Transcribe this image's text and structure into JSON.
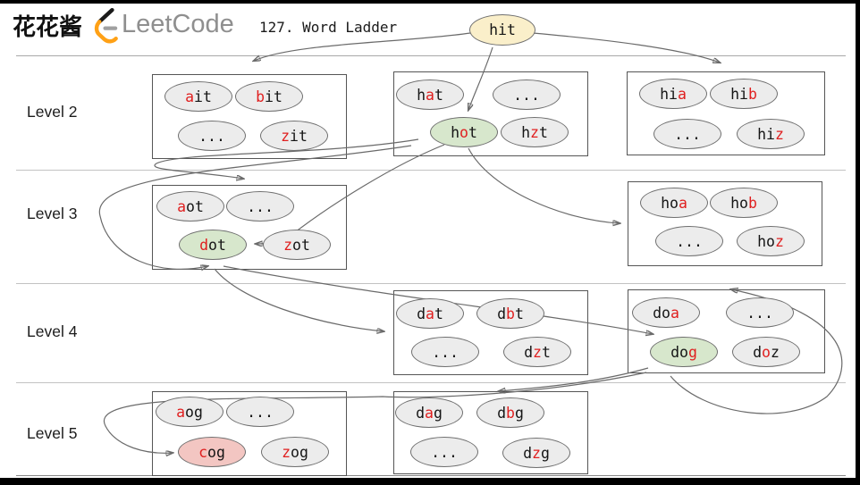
{
  "header": {
    "brand": "花花酱",
    "logo_text": "LeetCode",
    "title": "127. Word Ladder"
  },
  "start": {
    "word": "hit"
  },
  "levels": [
    {
      "label": "Level 2"
    },
    {
      "label": "Level 3"
    },
    {
      "label": "Level 4"
    },
    {
      "label": "Level 5"
    }
  ],
  "boxes": [
    {
      "id": "l2-ait",
      "level": "Level 2",
      "nodes": [
        {
          "w": "ait",
          "r": 0
        },
        {
          "w": "bit",
          "r": 0
        },
        {
          "w": "...",
          "r": -1
        },
        {
          "w": "zit",
          "r": 0
        }
      ]
    },
    {
      "id": "l2-hot",
      "level": "Level 2",
      "nodes": [
        {
          "w": "hat",
          "r": 1
        },
        {
          "w": "...",
          "r": -1
        },
        {
          "w": "hot",
          "r": 1,
          "hl": "green"
        },
        {
          "w": "hzt",
          "r": 1
        }
      ]
    },
    {
      "id": "l2-hia",
      "level": "Level 2",
      "nodes": [
        {
          "w": "hia",
          "r": 2
        },
        {
          "w": "hib",
          "r": 2
        },
        {
          "w": "...",
          "r": -1
        },
        {
          "w": "hiz",
          "r": 2
        }
      ]
    },
    {
      "id": "l3-dot",
      "level": "Level 3",
      "nodes": [
        {
          "w": "aot",
          "r": 0
        },
        {
          "w": "...",
          "r": -1
        },
        {
          "w": "dot",
          "r": 0,
          "hl": "green"
        },
        {
          "w": "zot",
          "r": 0
        }
      ]
    },
    {
      "id": "l3-hoa",
      "level": "Level 3",
      "nodes": [
        {
          "w": "hoa",
          "r": 2
        },
        {
          "w": "hob",
          "r": 2
        },
        {
          "w": "...",
          "r": -1
        },
        {
          "w": "hoz",
          "r": 2
        }
      ]
    },
    {
      "id": "l4-dat",
      "level": "Level 4",
      "nodes": [
        {
          "w": "dat",
          "r": 1
        },
        {
          "w": "dbt",
          "r": 1
        },
        {
          "w": "...",
          "r": -1
        },
        {
          "w": "dzt",
          "r": 1
        }
      ]
    },
    {
      "id": "l4-dog",
      "level": "Level 4",
      "nodes": [
        {
          "w": "doa",
          "r": 2
        },
        {
          "w": "...",
          "r": -1
        },
        {
          "w": "dog",
          "r": 2,
          "hl": "green"
        },
        {
          "w": "doz",
          "r": 1
        }
      ]
    },
    {
      "id": "l5-cog",
      "level": "Level 5",
      "nodes": [
        {
          "w": "aog",
          "r": 0
        },
        {
          "w": "...",
          "r": -1
        },
        {
          "w": "cog",
          "r": 0,
          "hl": "pink"
        },
        {
          "w": "zog",
          "r": 0
        }
      ]
    },
    {
      "id": "l5-dag",
      "level": "Level 5",
      "nodes": [
        {
          "w": "dag",
          "r": 1
        },
        {
          "w": "dbg",
          "r": 1
        },
        {
          "w": "...",
          "r": -1
        },
        {
          "w": "dzg",
          "r": 1
        }
      ]
    }
  ],
  "colors": {
    "start_fill": "#faefca",
    "visited_green": "#d7e7cc",
    "target_pink": "#f3c6c2",
    "node_gray": "#ececec",
    "red_letter": "#e01f1f",
    "logo_orange": "#ffa116",
    "logo_gray": "#8f8f8f"
  }
}
